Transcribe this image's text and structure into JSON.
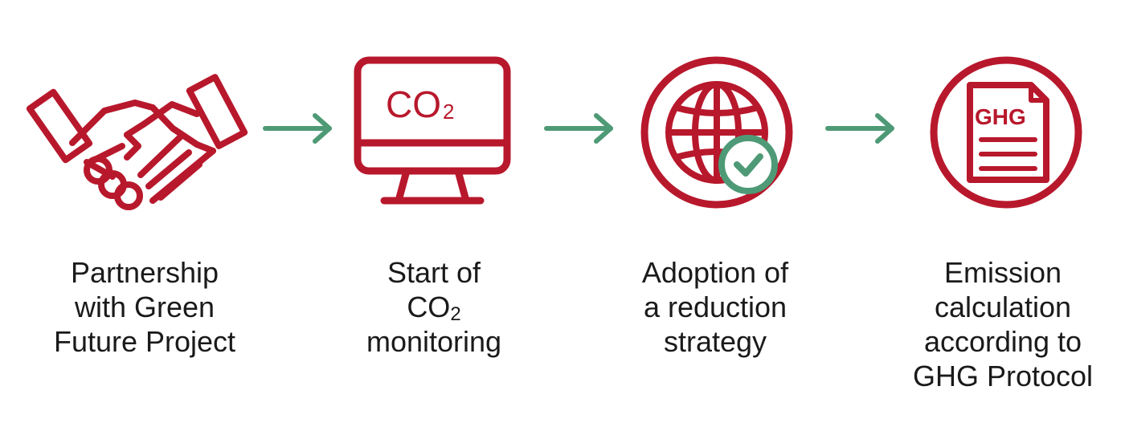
{
  "colors": {
    "primary": "#b8182c",
    "arrow": "#4e9a76",
    "check": "#4e9a76",
    "text": "#1a1a1a"
  },
  "icons": {
    "step1": "handshake-icon",
    "step2": "computer-monitor-icon",
    "step3": "globe-check-icon",
    "step4": "document-icon"
  },
  "monitor_text": {
    "main": "CO",
    "sub": "2"
  },
  "document_text": "GHG",
  "steps": [
    {
      "lines": [
        "Partnership",
        "with Green",
        "Future Project"
      ]
    },
    {
      "lines": [
        "Start of",
        "CO",
        "monitoring"
      ],
      "subscript": "2"
    },
    {
      "lines": [
        "Adoption of",
        "a reduction",
        "strategy"
      ]
    },
    {
      "lines": [
        "Emission",
        "calculation",
        "according to",
        "GHG Protocol"
      ]
    }
  ]
}
